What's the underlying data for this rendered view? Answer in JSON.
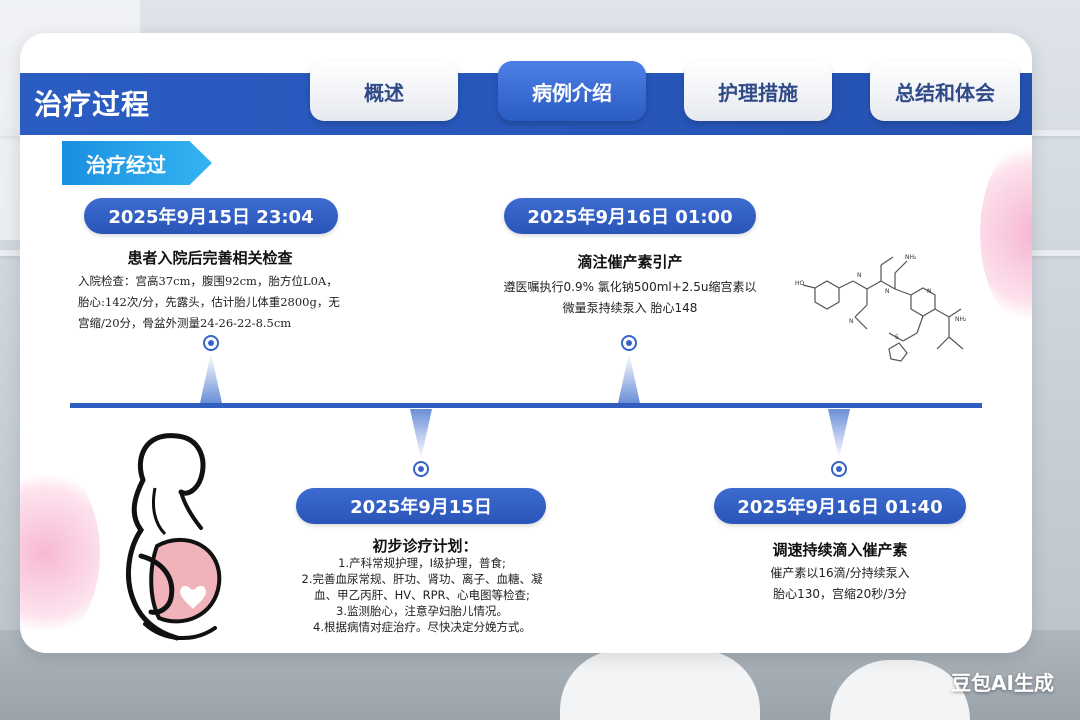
{
  "header": {
    "title": "治疗过程",
    "tabs": [
      {
        "label": "概述",
        "active": false
      },
      {
        "label": "病例介绍",
        "active": true
      },
      {
        "label": "护理措施",
        "active": false
      },
      {
        "label": "总结和体会",
        "active": false
      }
    ]
  },
  "section": {
    "label": "治疗经过"
  },
  "events": [
    {
      "date": "2025年9月15日 23:04",
      "title": "患者入院后完善相关检查",
      "lines": [
        "入院检查：宫高37cm，腹围92cm，胎方位L0A，",
        "胎心:142次/分，先露头，估计胎儿体重2800g，无",
        "宫缩/20分，骨盆外测量24-26-22-8.5cm"
      ]
    },
    {
      "date": "2025年9月16日 01:00",
      "title": "滴注催产素引产",
      "lines": [
        "遵医嘱执行0.9% 氯化钠500ml+2.5u缩宫素以",
        "微量泵持续泵入 胎心148"
      ]
    },
    {
      "date": "2025年9月15日",
      "title": "初步诊疗计划：",
      "lines": [
        "1.产科常规护理，I级护理，普食;",
        "2.完善血尿常规、肝功、肾功、离子、血糖、凝",
        "血、甲乙丙肝、HV、RPR、心电图等检查;",
        "3.监测胎心，注意孕妇胎儿情况。",
        "4.根据病情对症治疗。尽快决定分娩方式。"
      ]
    },
    {
      "date": "2025年9月16日 01:40",
      "title": "调速持续滴入催产素",
      "lines": [
        "催产素以16滴/分持续泵入",
        "胎心130，宫缩20秒/3分"
      ]
    }
  ],
  "watermark": "豆包AI生成",
  "colors": {
    "primary": "#2b5cc2",
    "accent": "#1b8fe0",
    "pink": "#f4a9c8"
  }
}
